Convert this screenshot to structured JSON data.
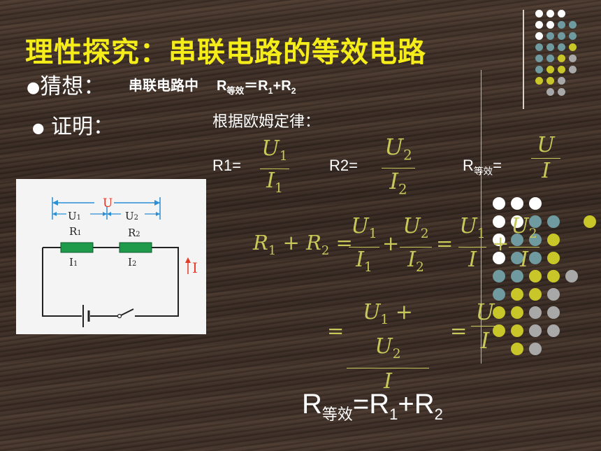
{
  "title": "理性探究：串联电路的等效电路",
  "guess": {
    "label": "猜想：",
    "text": "串联电路中",
    "formula_R": "R",
    "formula_sub": "等效",
    "formula_eq": "＝R",
    "formula_one": "1",
    "formula_plus": "+R",
    "formula_two": "2"
  },
  "proof": {
    "label": "证明：",
    "ohm_text": "根据欧姆定律："
  },
  "defs": {
    "r1_label": "R1=",
    "r2_label": "R2=",
    "req_R": "R",
    "req_sub": "等效",
    "req_eq": "=",
    "u": "U",
    "i": "I",
    "sub1": "1",
    "sub2": "2"
  },
  "derivation": {
    "r1": "R",
    "plus": "+",
    "r2": "R",
    "eq": "=",
    "num_sum": "U",
    "num_sum_plus": " + U"
  },
  "conclusion": {
    "R": "R",
    "sub": "等效",
    "rest": "=R",
    "one": "1",
    "plus": "+R",
    "two": "2"
  },
  "circuit": {
    "u_total": "U",
    "u1": "U",
    "u2": "U",
    "r1": "R",
    "r2": "R",
    "i1": "I",
    "i2": "I",
    "i": "I",
    "s1": "1",
    "s2": "2",
    "colors": {
      "arrow": "#2a8fd6",
      "label_red": "#e33a2a",
      "resistor": "#1f9a4a"
    }
  },
  "decor": {
    "colors": {
      "white": "#ffffff",
      "teal": "#6f9aa0",
      "olive": "#c8c628",
      "gray": "#a8a8a8"
    }
  }
}
